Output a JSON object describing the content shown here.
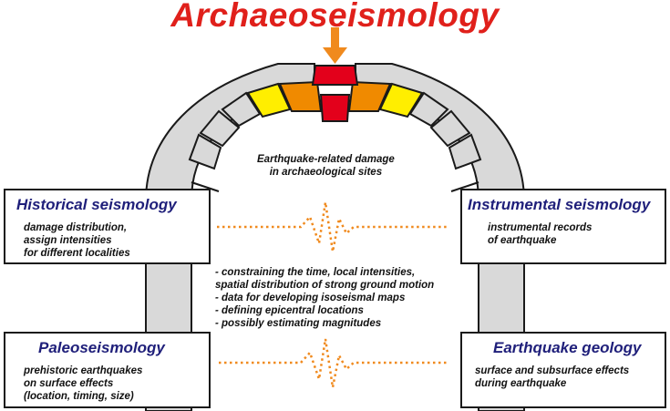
{
  "title": "Archaeoseismology",
  "center_caption": "Earthquake-related damage\nin archaeological sites",
  "boxes": {
    "historical": {
      "heading": "Historical seismology",
      "body": "damage distribution,\nassign intensities\nfor different localities"
    },
    "instrumental": {
      "heading": "Instrumental seismology",
      "body": "instrumental records\nof earthquake"
    },
    "paleo": {
      "heading": "Paleoseismology",
      "body": "prehistoric earthquakes\non surface effects\n(location, timing, size)"
    },
    "geology": {
      "heading": "Earthquake geology",
      "body": "surface and subsurface effects\nduring earthquake"
    }
  },
  "contributions": [
    "- constraining the time, local intensities,",
    "spatial distribution of strong ground motion",
    "- data for developing isoseismal maps",
    "- defining epicentral locations",
    "- possibly estimating magnitudes"
  ],
  "colors": {
    "title": "#e0201b",
    "arch_stone": "#d9d9d9",
    "stone_outline": "#1a1a1a",
    "keystone_red": "#e3001b",
    "voussoir_orange": "#f08a00",
    "voussoir_yellow": "#ffee00",
    "arrow": "#f08a1e",
    "wave": "#f08a1e",
    "heading": "#1f1f7a"
  },
  "icons": [
    "down-arrow-icon",
    "seismic-wave-icon"
  ]
}
